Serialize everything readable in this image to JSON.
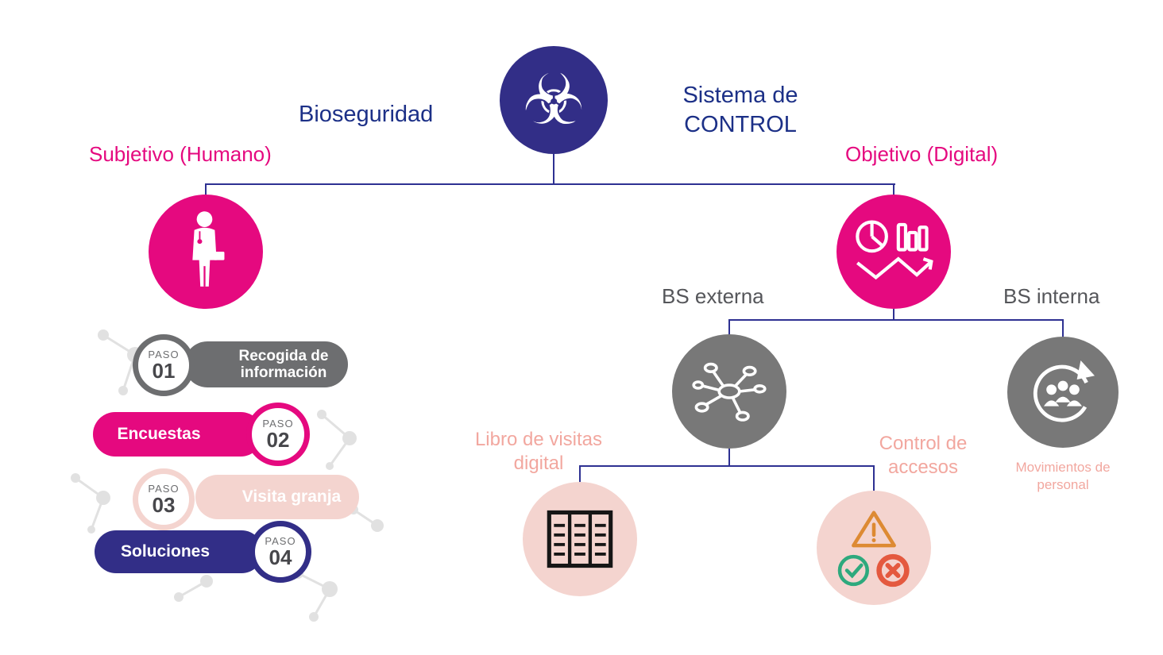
{
  "colors": {
    "navy": "#322e87",
    "title_blue": "#1c3087",
    "pink": "#e5097f",
    "salmon": "#f4d4cf",
    "salmon_text": "#f2a79f",
    "gray_pill": "#6d6e70",
    "gray_node": "#787878",
    "dark_text": "#55565a",
    "warning_orange": "#dd8a33",
    "success_green": "#2ea97d",
    "error_red": "#e4593f",
    "line": "#2e3192"
  },
  "root": {
    "icon_glyph": "☣",
    "left_title": "Bioseguridad",
    "right_title": "Sistema de CONTROL"
  },
  "branches": {
    "left": "Subjetivo (Humano)",
    "right": "Objetivo (Digital)"
  },
  "digital": {
    "bs_externa": "BS externa",
    "bs_interna": "BS interna",
    "movimientos": "Movimientos de personal",
    "libro": "Libro de visitas digital",
    "control": "Control de accesos"
  },
  "steps": [
    {
      "step_word": "PASO",
      "num": "01",
      "label": "Recogida de información"
    },
    {
      "step_word": "PASO",
      "num": "02",
      "label": "Encuestas"
    },
    {
      "step_word": "PASO",
      "num": "03",
      "label": "Visita granja"
    },
    {
      "step_word": "PASO",
      "num": "04",
      "label": "Soluciones"
    }
  ]
}
